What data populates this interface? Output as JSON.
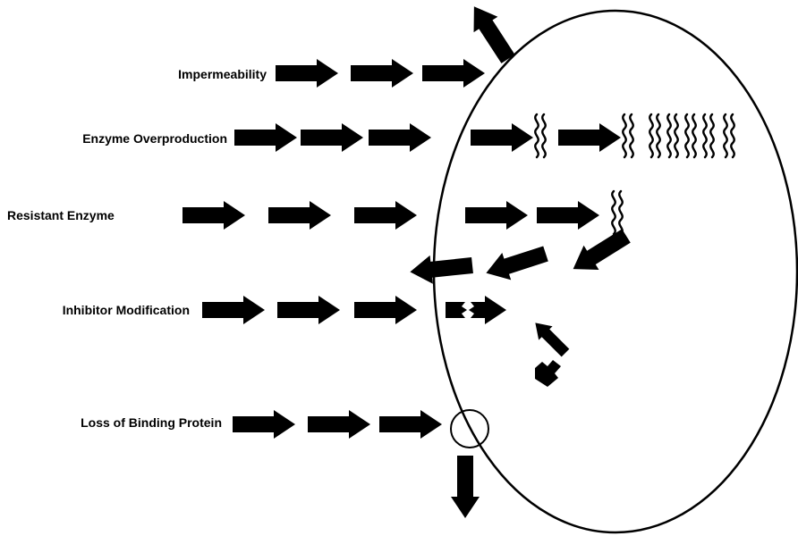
{
  "labels": {
    "impermeability": "Impermeability",
    "overproduction": "Enzyme Overproduction",
    "resistant": "Resistant Enzyme",
    "modification": "Inhibitor Modification",
    "binding": "Loss of Binding Protein"
  },
  "colors": {
    "ink": "#000000",
    "background": "#ffffff"
  }
}
